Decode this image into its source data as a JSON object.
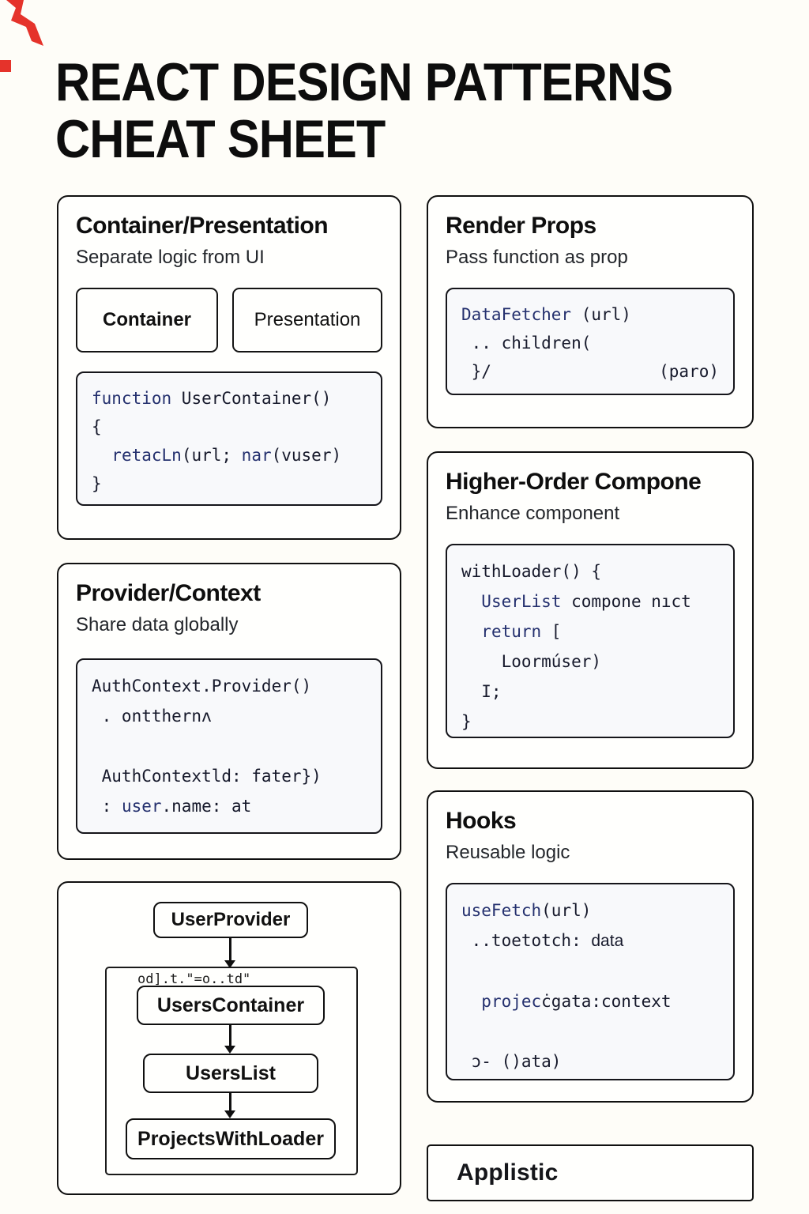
{
  "page": {
    "title_line1": "REACT DESIGN PATTERNS",
    "title_line2": "CHEAT SHEET"
  },
  "colors": {
    "accent_red": "#e5332b",
    "code_keyword": "#24306e",
    "code_text": "#16192b",
    "border": "#101010",
    "page_bg": "#fefdf8",
    "code_bg": "#f8f9fb"
  },
  "cards": {
    "container_presentation": {
      "title": "Container/Presentation",
      "subtitle": "Separate logic from UI",
      "box_container": "Container",
      "box_presentation": "Presentation",
      "code": [
        [
          {
            "t": "function ",
            "k": true
          },
          {
            "t": "UserContainer()"
          }
        ],
        [
          {
            "t": "{"
          }
        ],
        [
          {
            "t": "  "
          },
          {
            "t": "retacLn",
            "k": true
          },
          {
            "t": "(url; "
          },
          {
            "t": "nar",
            "k": true
          },
          {
            "t": "(vuser)"
          }
        ],
        [
          {
            "t": "}"
          }
        ]
      ]
    },
    "render_props": {
      "title": "Render Props",
      "subtitle": "Pass function as prop",
      "code": [
        [
          {
            "t": "DataFetcher",
            "k": true
          },
          {
            "t": " (url)"
          }
        ],
        [
          {
            "t": " .. children("
          }
        ],
        [
          {
            "t": " }/"
          },
          {
            "t": "(paro)",
            "r": true
          }
        ]
      ]
    },
    "hoc": {
      "title": "Higher-Order Compone",
      "subtitle": "Enhance component",
      "code": [
        [
          {
            "t": "withLoader() {"
          }
        ],
        [
          {
            "t": "  "
          },
          {
            "t": "UserList",
            "k": true
          },
          {
            "t": " compone nıct"
          }
        ],
        [
          {
            "t": "  "
          },
          {
            "t": "return",
            "k": true
          },
          {
            "t": " ["
          }
        ],
        [
          {
            "t": "    Loormúser)"
          }
        ],
        [
          {
            "t": "  I;"
          }
        ],
        [
          {
            "t": "}"
          }
        ]
      ]
    },
    "provider_context": {
      "title": "Provider/Context",
      "subtitle": "Share data globally",
      "code": [
        [
          {
            "t": "AuthContext.Provider()"
          }
        ],
        [
          {
            "t": " . ontthernʌ"
          }
        ],
        [
          {
            "t": " "
          }
        ],
        [
          {
            "t": " AuthContextld: fater})"
          }
        ],
        [
          {
            "t": " : "
          },
          {
            "t": "user",
            "k": true
          },
          {
            "t": ".name: at"
          }
        ]
      ]
    },
    "hooks": {
      "title": "Hooks",
      "subtitle": "Reusable logic",
      "code": [
        [
          {
            "t": "useFetch",
            "k": true
          },
          {
            "t": "(url)"
          }
        ],
        [
          {
            "t": " ..toetotch: "
          },
          {
            "t": "data",
            "s": true
          }
        ],
        [
          {
            "t": " "
          }
        ],
        [
          {
            "t": "  "
          },
          {
            "t": "projec",
            "k": true
          },
          {
            "t": "ċgata:context"
          }
        ],
        [
          {
            "t": " "
          }
        ],
        [
          {
            "t": " ɔ- ()ata)"
          }
        ]
      ]
    },
    "diagram": {
      "garbled": "od].t.\"=o..td\"",
      "nodes": [
        "UserProvider",
        "UsersContainer",
        "UsersList",
        "ProjectsWithLoader"
      ]
    },
    "applistic": {
      "label": "Applistic"
    }
  }
}
